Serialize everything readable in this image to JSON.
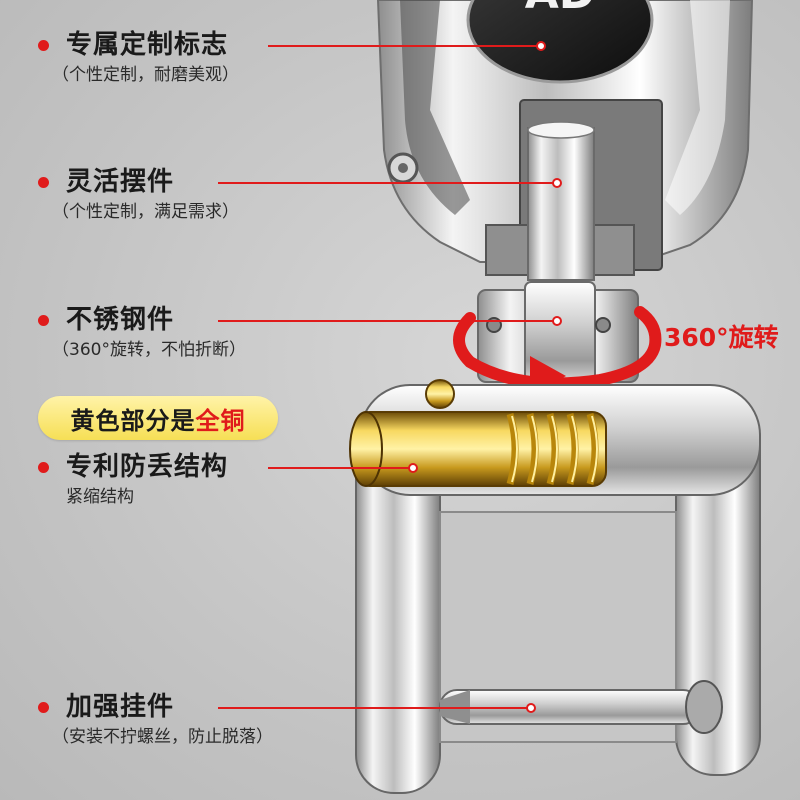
{
  "product": {
    "logo_text": "AD"
  },
  "features": [
    {
      "title": "专属定制标志",
      "subtitle": "（个性定制，耐磨美观）"
    },
    {
      "title": "灵活摆件",
      "subtitle": "（个性定制，满足需求）"
    },
    {
      "title": "不锈钢件",
      "subtitle": "（360°旋转，不怕折断）"
    },
    {
      "title": "专利防丢结构",
      "subtitle": "紧缩结构"
    },
    {
      "title": "加强挂件",
      "subtitle": "（安装不拧螺丝，防止脱落）"
    }
  ],
  "badge": {
    "text_prefix": "黄色部分是",
    "text_highlight": "全铜"
  },
  "rotation_label": "360°旋转",
  "colors": {
    "accent_red": "#e01b1b",
    "badge_yellow": "#f6df55",
    "background": "#c4c4c4"
  }
}
